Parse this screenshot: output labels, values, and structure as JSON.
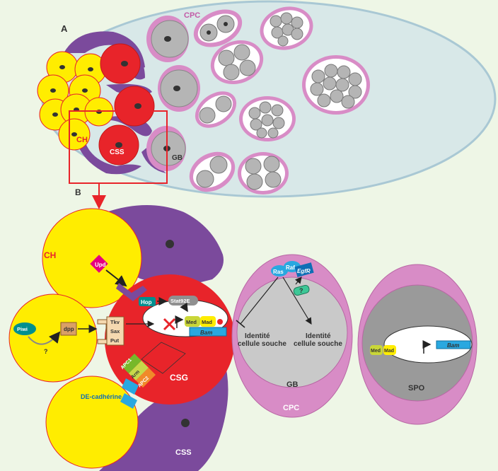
{
  "panel_a": {
    "letter": "A",
    "cpc": "CPC",
    "ch": "CH",
    "css": "CSS",
    "gb": "GB"
  },
  "panel_b": {
    "letter": "B",
    "ch_top": "CH",
    "upd": "Upd",
    "hop": "Hop",
    "stat": "Stat92E",
    "piwi": "Piwi",
    "dpp": "dpp",
    "question_mark": "?",
    "tkv": "Tkv",
    "sax": "Sax",
    "put": "Put",
    "med": "Med",
    "mad": "Mad",
    "bam": "Bam",
    "apc1": "APC1",
    "arm": "Arm",
    "apc2": "APC2",
    "csg": "CSG",
    "de_cadherine": "DE-cadhérine",
    "css_bottom": "CSS"
  },
  "panel_gb": {
    "ras": "Ras",
    "raf": "Raf",
    "egfr": "EgfR",
    "question_mark": "?",
    "identity_left": [
      "Identité",
      "cellule souche"
    ],
    "identity_right": [
      "Identité",
      "cellule souche"
    ],
    "gb": "GB",
    "cpc": "CPC"
  },
  "panel_spo": {
    "med": "Med",
    "mad": "Mad",
    "bam": "Bam",
    "spo": "SPO"
  },
  "colors": {
    "background": "#eef6e6",
    "ovary": "#d8e8e8",
    "hub_yellow": "#ffed00",
    "stem_red": "#e8242a",
    "escort_purple": "#7b4a9c",
    "pink": "#d88cc6",
    "grey_cell": "#b5b5b5",
    "teal_protein": "#008f8f",
    "blue_bam": "#29a8e0"
  }
}
